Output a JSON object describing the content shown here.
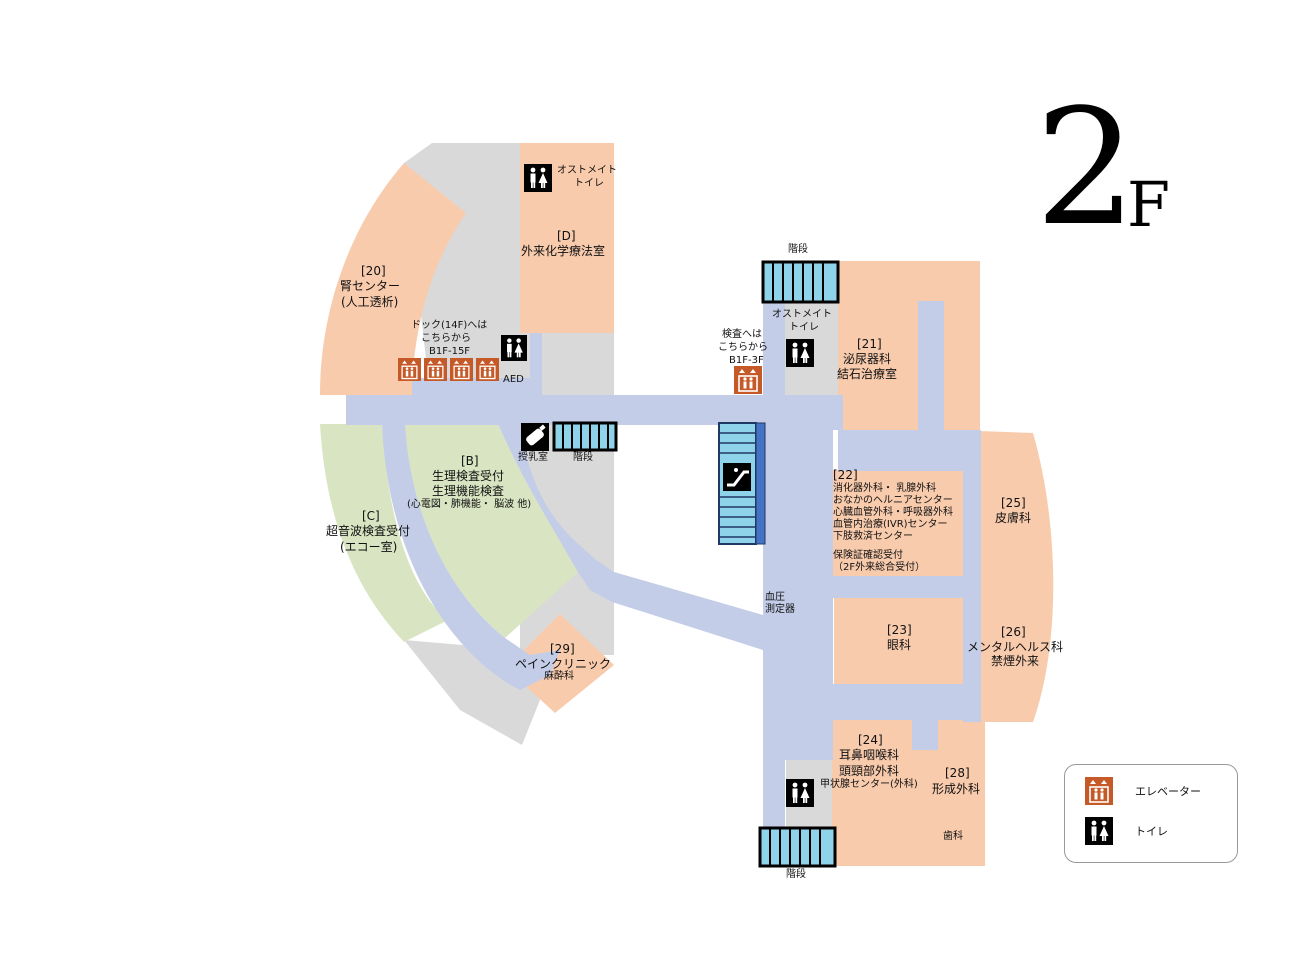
{
  "floor": {
    "number": "2",
    "suffix": "F"
  },
  "rooms": {
    "d_code": "[D]",
    "d_name": "外来化学療法室",
    "r20_code": "[20]",
    "r20_l1": "腎センター",
    "r20_l2": "(人工透析)",
    "b_code": "[B]",
    "b_l1": "生理検査受付",
    "b_l2": "生理機能検査",
    "b_l3": "(心電図・肺機能・ 脳波 他)",
    "c_code": "[C]",
    "c_l1": "超音波検査受付",
    "c_l2": "(エコー室)",
    "r29_code": "[29]",
    "r29_l1": "ペインクリニック",
    "r29_l2": "麻酔科",
    "r21_code": "[21]",
    "r21_l1": "泌尿器科",
    "r21_l2": "結石治療室",
    "r22_code": "[22]",
    "r22_lines": [
      "消化器外科・ 乳腺外科",
      "おなかのヘルニアセンター",
      "心臓血管外科・呼吸器外科",
      "血管内治療(IVR)センター",
      "下肢救済センター"
    ],
    "r22_ins1": "保険証確認受付",
    "r22_ins2": "（2F外来総合受付）",
    "r23_code": "[23]",
    "r23_name": "眼科",
    "r25_code": "[25]",
    "r25_name": "皮膚科",
    "r26_code": "[26]",
    "r26_l1": "メンタルヘルス科",
    "r26_l2": "禁煙外来",
    "r24_code": "[24]",
    "r24_l1": "耳鼻咽喉科",
    "r24_l2": "頭頸部外科",
    "r24_l3": "甲状腺センター(外科)",
    "r28_code": "[28]",
    "r28_name": "形成外科",
    "dental": "歯科"
  },
  "labels": {
    "ostomate_1_l1": "オストメイト",
    "ostomate_1_l2": "トイレ",
    "ostomate_2_l1": "オストメイト",
    "ostomate_2_l2": "トイレ",
    "dock_l1": "ドック(14F)へは",
    "dock_l2": "こちらから",
    "dock_l3": "B1F-15F",
    "aed": "AED",
    "exam_l1": "検査へは",
    "exam_l2": "こちらから",
    "exam_l3": "B1F-3F",
    "stairs_top": "階段",
    "stairs_mid": "階段",
    "stairs_bottom": "階段",
    "nursing": "授乳室",
    "bp_l1": "血圧",
    "bp_l2": "測定器"
  },
  "legend": {
    "elevator": "エレベーター",
    "toilet": "トイレ"
  },
  "colors": {
    "corridor": "#c3cde8",
    "clinic": "#f8cbad",
    "exam": "#d9e5c2",
    "service": "#d9d9d9",
    "stairs": "#8fd3ea",
    "elevator": "#c55a28"
  }
}
